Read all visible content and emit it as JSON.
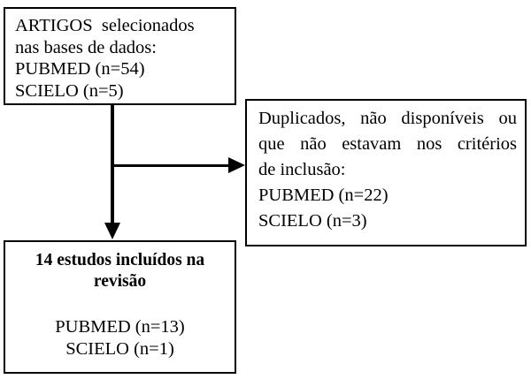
{
  "diagram": {
    "type": "prisma-flowchart",
    "language": "pt-BR",
    "colors": {
      "stroke": "#000000",
      "background": "#ffffff",
      "text": "#000000"
    },
    "boxes": {
      "sources": {
        "line1": "ARTIGOS  selecionados",
        "line2": "nas bases de dados:",
        "line3": "PUBMED (n=54)",
        "line4": "SCIELO (n=5)"
      },
      "excluded": {
        "line1": "Duplicados, não disponíveis ou",
        "line2": "que não estavam nos critérios",
        "line3": "de inclusão:",
        "line4": "PUBMED (n=22)",
        "line5": "SCIELO (n=3)"
      },
      "included": {
        "title_line1": "14 estudos incluídos na",
        "title_line2": "revisão",
        "detail_line1": "PUBMED (n=13)",
        "detail_line2": "SCIELO (n=1)"
      }
    },
    "edges": {
      "to_excluded": "arrow-right",
      "to_included": "arrow-down"
    }
  }
}
